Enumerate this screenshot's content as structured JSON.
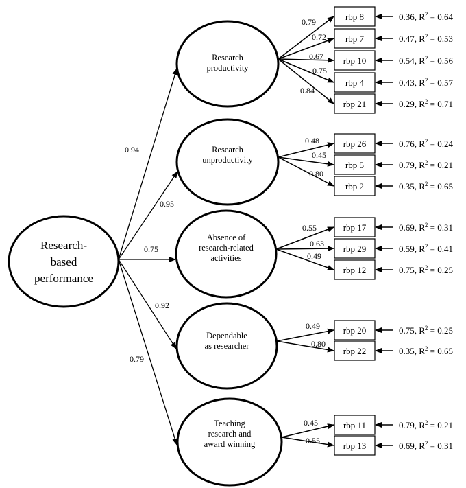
{
  "root": {
    "label_lines": [
      "Research-",
      "based",
      "performance"
    ]
  },
  "factors": [
    {
      "id": "research-productivity",
      "label_lines": [
        "Research",
        "productivity"
      ],
      "loading": "0.94",
      "indicators": [
        {
          "name": "rbp 8",
          "loading": "0.79",
          "error": "0.36",
          "r2": "0.64"
        },
        {
          "name": "rbp 7",
          "loading": "0.72",
          "error": "0.47",
          "r2": "0.53"
        },
        {
          "name": "rbp 10",
          "loading": "0.67",
          "error": "0.54",
          "r2": "0.56"
        },
        {
          "name": "rbp 4",
          "loading": "0.75",
          "error": "0.43",
          "r2": "0.57"
        },
        {
          "name": "rbp 21",
          "loading": "0.84",
          "error": "0.29",
          "r2": "0.71"
        }
      ]
    },
    {
      "id": "research-unproductivity",
      "label_lines": [
        "Research",
        "unproductivity"
      ],
      "loading": "0.95",
      "indicators": [
        {
          "name": "rbp 26",
          "loading": "0.48",
          "error": "0.76",
          "r2": "0.24"
        },
        {
          "name": "rbp 5",
          "loading": "0.45",
          "error": "0.79",
          "r2": "0.21"
        },
        {
          "name": "rbp 2",
          "loading": "0.80",
          "error": "0.35",
          "r2": "0.65"
        }
      ]
    },
    {
      "id": "absence-of-research-related-activities",
      "label_lines": [
        "Absence of",
        "research-related",
        "activities"
      ],
      "loading": "0.75",
      "indicators": [
        {
          "name": "rbp 17",
          "loading": "0.55",
          "error": "0.69",
          "r2": "0.31"
        },
        {
          "name": "rbp 29",
          "loading": "0.63",
          "error": "0.59",
          "r2": "0.41"
        },
        {
          "name": "rbp 12",
          "loading": "0.49",
          "error": "0.75",
          "r2": "0.25"
        }
      ]
    },
    {
      "id": "dependable-as-researcher",
      "label_lines": [
        "Dependable",
        "as researcher"
      ],
      "loading": "0.92",
      "indicators": [
        {
          "name": "rbp 20",
          "loading": "0.49",
          "error": "0.75",
          "r2": "0.25"
        },
        {
          "name": "rbp 22",
          "loading": "0.80",
          "error": "0.35",
          "r2": "0.65"
        }
      ]
    },
    {
      "id": "teaching-research-and-award-winning",
      "label_lines": [
        "Teaching",
        "research and",
        "award winning"
      ],
      "loading": "0.79",
      "indicators": [
        {
          "name": "rbp 11",
          "loading": "0.45",
          "error": "0.79",
          "r2": "0.21"
        },
        {
          "name": "rbp 13",
          "loading": "0.55",
          "error": "0.69",
          "r2": "0.31"
        }
      ]
    }
  ],
  "r2_symbol": "R",
  "r2_exponent": "2"
}
